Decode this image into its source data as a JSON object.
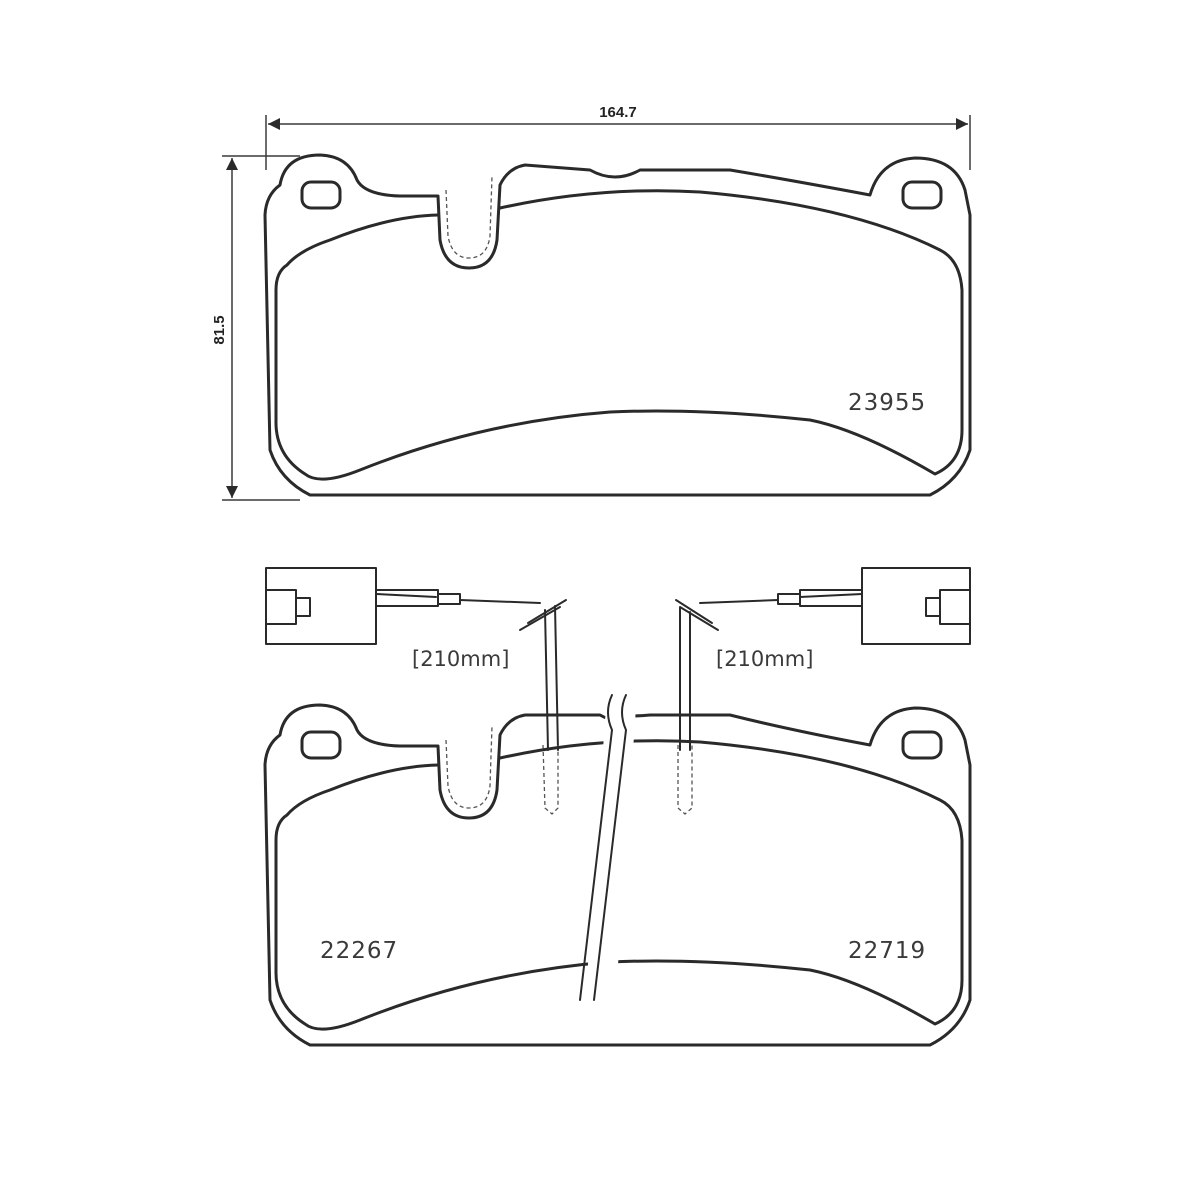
{
  "dimensions": {
    "width": "164.7",
    "height": "81.5"
  },
  "pads": {
    "top_pad_number": "23955",
    "bottom_left_number": "22267",
    "bottom_right_number": "22719"
  },
  "wear_sensors": {
    "left_length": "[210mm]",
    "right_length": "[210mm]"
  }
}
